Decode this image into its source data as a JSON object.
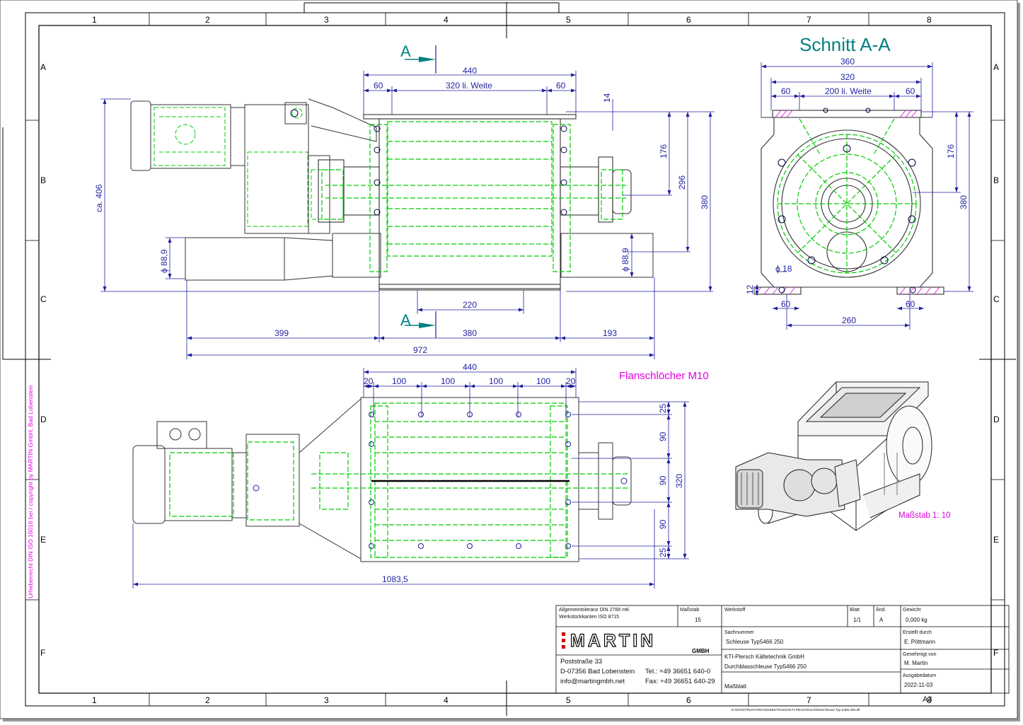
{
  "zones": {
    "columns": [
      "1",
      "2",
      "3",
      "4",
      "5",
      "6",
      "7",
      "8"
    ],
    "rows": [
      "A",
      "B",
      "C",
      "D",
      "E",
      "F"
    ]
  },
  "section_title": "Schnitt A-A",
  "section_marker": "A",
  "flange_note": "Flanschlöcher M10",
  "scale_note": "Maßstab 1: 10",
  "copyright": "Urheberrecht DIN ISO 16016 bei / copyright by MARTIN GmbH, Bad Lobenstein",
  "dims": {
    "top_view": {
      "overall_440": "440",
      "side_60_left": "60",
      "inner_320": "320 li. Weite",
      "side_60_right": "60",
      "small_14": "14",
      "v_176": "176",
      "v_296": "296",
      "v_380": "380",
      "v_ca406": "ca. 406",
      "dia_left": "ϕ 88,9",
      "dia_right": "ϕ 88,9",
      "base_220": "220",
      "len_399": "399",
      "len_380": "380",
      "len_193": "193",
      "len_972": "972"
    },
    "section_view": {
      "w_360": "360",
      "w_320": "320",
      "s_60_left": "60",
      "inner_200": "200 li. Weite",
      "s_60_right": "60",
      "v_176": "176",
      "v_380": "380",
      "dia_18": "ϕ 18",
      "v_12": "12",
      "f_60_left": "60",
      "f_60_right": "60",
      "base_260": "260"
    },
    "bottom_view": {
      "overall_440": "440",
      "p20_left": "20",
      "p100_1": "100",
      "p100_2": "100",
      "p100_3": "100",
      "p100_4": "100",
      "p20_right": "20",
      "v25_top": "25",
      "v90_1": "90",
      "v90_2": "90",
      "v90_3": "90",
      "v25_bottom": "25",
      "v320": "320",
      "len_1083": "1083,5"
    }
  },
  "title_block": {
    "tolerance_label_1": "Allgemeintoleranz DIN 2768   mK",
    "tolerance_label_2": "Werkstückkanten ISO 8715",
    "massstab_label": "Maßstab",
    "massstab_value": "15",
    "werkstoff_label": "Werkstoff",
    "blatt_label": "Blatt",
    "blatt_value": "1/1",
    "aend_label": "Änd.",
    "aend_value": "A",
    "gewicht_label": "Gewicht",
    "gewicht_value": "0,000 kg",
    "sachnummer_label": "Sachnummer",
    "sachnummer_value": "Schleuse Typ5466 250",
    "erstellt_label": "Erstellt durch",
    "erstellt_value": "E. Pöttmann",
    "genehmigt_label": "Genehmigt von",
    "genehmigt_value": "M. Martin",
    "ausgabe_label": "Ausgabedatum",
    "ausgabe_value": "2022-11-03",
    "customer": "KTI-Plersch Kältetechnik GmbH",
    "part": "Durchblasschleuse Typ5466 250",
    "doc_type": "Maßblatt",
    "company_logo": "MARTIN",
    "company_suffix": "GMBH",
    "address_street": "Poststraße 33",
    "address_city": "D-07356 Bad Lobenstein",
    "address_email": "info@martingmbh.net",
    "phone": "Tel.: +49 36651 640-0",
    "fax": "Fax: +49 36651 640-29",
    "sheet_size": "A3",
    "file_path": "D:\\KONSTRUKTION\\ANGEBOTE\\2022\\KTI-Plersch\\Durchblasschleuse Typ 5466 250.dft"
  },
  "colors": {
    "frame": "#000000",
    "dimension": "#1f1fa0",
    "hidden_green": "#00cc00",
    "annotation_magenta": "#e000e0",
    "section_teal": "#008080",
    "part_outline": "#333333"
  }
}
